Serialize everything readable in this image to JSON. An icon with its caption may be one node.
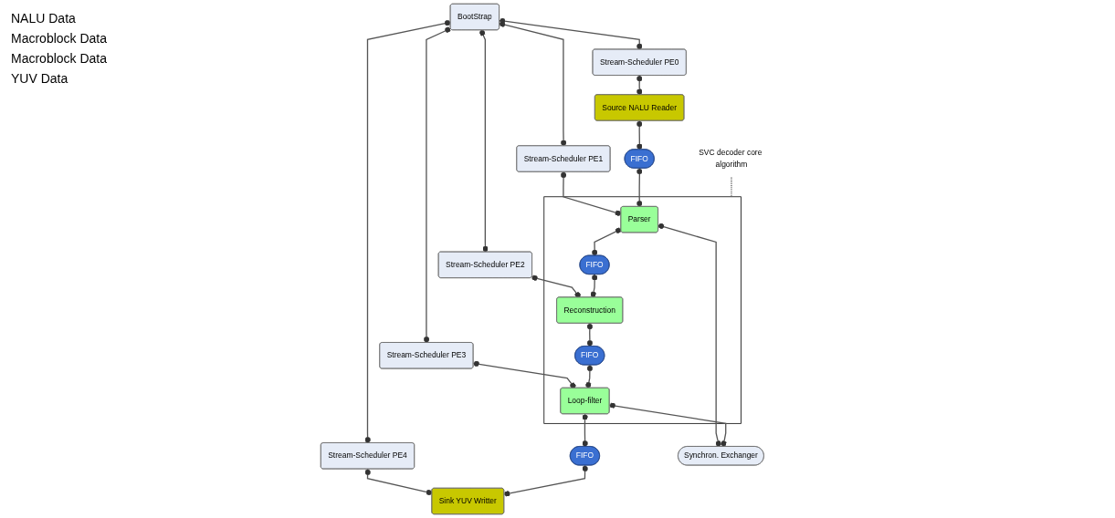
{
  "diagram": {
    "nodes": [
      {
        "text": [
          "BootStrap"
        ]
      },
      {
        "text": [
          "Stream-Scheduler PE0"
        ]
      },
      {
        "text": [
          "Stream-Scheduler PE1"
        ]
      },
      {
        "text": [
          "Stream-Scheduler PE2"
        ]
      },
      {
        "text": [
          "Stream-Scheduler PE3"
        ]
      },
      {
        "text": [
          "Stream-Scheduler PE4"
        ]
      },
      {
        "text": [
          "Source NALU Reader"
        ]
      },
      {
        "text": [],
        "shape": "box"
      },
      {
        "text": [
          "FIFO"
        ]
      },
      {
        "text": [
          "Parser"
        ],
        "in": 7
      },
      {
        "text": [
          "FIFO"
        ],
        "in": 7
      },
      {
        "text": [
          "Reconstruction"
        ],
        "in": 7
      },
      {
        "text": [
          "FIFO"
        ],
        "in": 7
      },
      {
        "text": [
          "Loop-filter"
        ],
        "in": 7
      },
      {
        "text": [
          "FIFO"
        ]
      },
      {
        "text": [
          "Sink YUV Writter"
        ]
      },
      {
        "text": [
          "Synchron. Exchanger"
        ]
      },
      {
        "text": [
          "SVC decoder core algorithm"
        ]
      }
    ],
    "edges": [
      {
        "from": 0,
        "to": 1,
        "arrow": "other"
      },
      {
        "from": 0,
        "to": 2,
        "arrow": "other"
      },
      {
        "from": 0,
        "to": 3,
        "arrow": "other"
      },
      {
        "from": 0,
        "to": 4,
        "arrow": "other"
      },
      {
        "from": 0,
        "to": 5,
        "arrow": "other"
      },
      {
        "from": 1,
        "to": 6,
        "arrow": "other"
      },
      {
        "from": 2,
        "to": 9,
        "arrow": "other"
      },
      {
        "from": 3,
        "to": 11,
        "arrow": "other"
      },
      {
        "from": 4,
        "to": 13,
        "arrow": "other"
      },
      {
        "from": 5,
        "to": 15,
        "arrow": "other"
      },
      {
        "from": 6,
        "to": 8,
        "arrow": "other"
      },
      {
        "from": 8,
        "to": 9,
        "arrow": "other"
      },
      {
        "from": 9,
        "to": 10,
        "arrow": "other"
      },
      {
        "from": 10,
        "to": 11,
        "arrow": "other"
      },
      {
        "from": 11,
        "to": 12,
        "arrow": "other"
      },
      {
        "from": 12,
        "to": 13,
        "arrow": "other"
      },
      {
        "from": 13,
        "to": 14,
        "arrow": "other"
      },
      {
        "from": 14,
        "to": 15,
        "arrow": "other"
      },
      {
        "from": 9,
        "to": 16,
        "arrow": "other"
      },
      {
        "from": 13,
        "to": 16,
        "arrow": "other"
      },
      {
        "from": 17,
        "to": 7,
        "arrow": "none",
        "style": "dashed"
      }
    ],
    "labels": [
      "NALU Data",
      "Macroblock Data",
      "Macroblock Data",
      "YUV Data"
    ]
  }
}
